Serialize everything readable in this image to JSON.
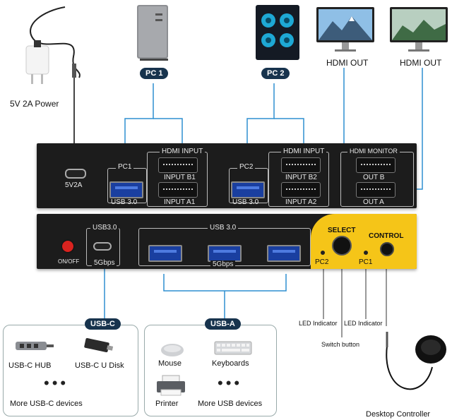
{
  "top_labels": {
    "power": "5V 2A Power",
    "pc1": "PC 1",
    "pc2": "PC 2",
    "hdmi_out_1": "HDMI OUT",
    "hdmi_out_2": "HDMI OUT"
  },
  "rear_panel": {
    "power_port": "5V2A",
    "pc1_label": "PC1",
    "pc2_label": "PC2",
    "hdmi_input_1": "HDMI INPUT",
    "hdmi_input_2": "HDMI INPUT",
    "hdmi_monitor": "HDMI MONITOR",
    "input_b1": "INPUT B1",
    "input_a1": "INPUT A1",
    "input_b2": "INPUT B2",
    "input_a2": "INPUT A2",
    "usb30_1": "USB 3.0",
    "usb30_2": "USB 3.0",
    "out_b": "OUT B",
    "out_a": "OUT A"
  },
  "front_panel": {
    "onoff": "ON/OFF",
    "usbc_top": "USB3.0",
    "usbc_bottom": "5Gbps",
    "usba_top": "USB 3.0",
    "usba_bottom": "5Gbps",
    "select": "SELECT",
    "control": "CONTROL",
    "pc2_led": "PC2",
    "pc1_led": "PC1"
  },
  "callouts": {
    "led_indicator_1": "LED Indicator",
    "led_indicator_2": "LED Indicator",
    "switch_button": "Switch button",
    "desktop_controller": "Desktop Controller"
  },
  "usbc_box": {
    "title": "USB-C",
    "item1": "USB-C HUB",
    "item2": "USB-C U Disk",
    "more": "More USB-C devices"
  },
  "usba_box": {
    "title": "USB-A",
    "item1": "Mouse",
    "item2": "Keyboards",
    "item3": "Printer",
    "more": "More USB devices"
  },
  "colors": {
    "navy": "#17334d",
    "blue_line": "#2f8fd0",
    "yellow": "#f5c518",
    "panel": "#1c1c1c"
  }
}
